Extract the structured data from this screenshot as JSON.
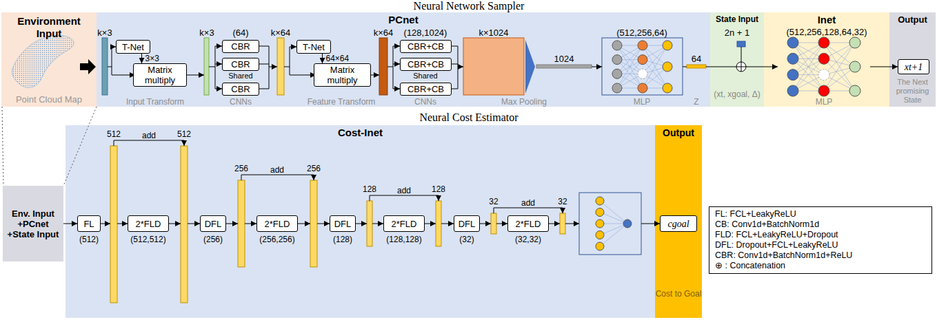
{
  "diagram": {
    "nodes": [
      {
        "text": [
          "Environment Input",
          "Point Cloud Map"
        ]
      },
      {
        "text": [
          "PCnet"
        ]
      },
      {
        "text": [
          "T-Net"
        ],
        "in": 1
      },
      {
        "text": [
          "Matrix multiply"
        ],
        "in": 1
      },
      {
        "text": [
          "CBR"
        ],
        "in": 1
      },
      {
        "text": [
          "CBR"
        ],
        "in": 1
      },
      {
        "text": [
          "CBR"
        ],
        "in": 1
      },
      {
        "text": [
          "T-Net"
        ],
        "in": 1
      },
      {
        "text": [
          "Matrix multiply"
        ],
        "in": 1
      },
      {
        "text": [
          "CBR+CB"
        ],
        "in": 1
      },
      {
        "text": [
          "CBR+CB"
        ],
        "in": 1
      },
      {
        "text": [
          "CBR+CB"
        ],
        "in": 1
      },
      {
        "text": [
          "State Input",
          "2n + 1",
          "(xt, xgoal, Δ)"
        ]
      },
      {
        "text": [
          "Inet",
          "(512,256,128,64,32)"
        ]
      },
      {
        "text": [
          "Output",
          "The Next promising State"
        ]
      },
      {
        "text": [
          "xt+1"
        ],
        "in": 14
      },
      {
        "text": [
          "Env. Input +PCnet +State Input"
        ]
      },
      {
        "text": [
          "Cost-Inet"
        ]
      },
      {
        "text": [
          "FL"
        ],
        "in": 17
      },
      {
        "text": [
          "2*FLD"
        ],
        "in": 17
      },
      {
        "text": [
          "DFL"
        ],
        "in": 17
      },
      {
        "text": [
          "2*FLD"
        ],
        "in": 17
      },
      {
        "text": [
          "DFL"
        ],
        "in": 17
      },
      {
        "text": [
          "2*FLD"
        ],
        "in": 17
      },
      {
        "text": [
          "DFL"
        ],
        "in": 17
      },
      {
        "text": [
          "2*FLD"
        ],
        "in": 17
      },
      {
        "text": [
          "Output",
          "Cost to Goal"
        ]
      },
      {
        "text": [
          "cgoal"
        ],
        "in": 26
      },
      {
        "text": [
          "FL: FCL+LeakyReLU",
          "CB: Conv1d+BatchNorm1d",
          "FLD: FCL+LeakyReLU+Dropout",
          "DFL: Dropout+FCL+LeakyReLU",
          "CBR: Conv1d+BatchNorm1d+ReLU",
          "⊕ : Concatenation"
        ]
      }
    ],
    "edges": [
      {
        "from": 2,
        "to": 3,
        "arrow": "to",
        "label": "3×3"
      },
      {
        "from": 7,
        "to": 8,
        "arrow": "to",
        "label": "64×64"
      },
      {
        "from": 16,
        "to": 18,
        "arrow": "to"
      }
    ],
    "labels": [
      "Neural Network Sampler",
      "Neural Cost Estimator",
      "k×3",
      "k×3",
      "(64)",
      "Shared",
      "k×64",
      "k×64",
      "(128,1024)",
      "Shared",
      "k×1024",
      "1024",
      "(512,256,64)",
      "64",
      "Input Transform",
      "CNNs",
      "Feature Transform",
      "CNNs",
      "Max Pooling",
      "MLP",
      "Z",
      "MLP",
      "512",
      "add",
      "512",
      "256",
      "add",
      "256",
      "128",
      "add",
      "128",
      "32",
      "add",
      "32",
      "(512)",
      "(512,512)",
      "(256)",
      "(256,256)",
      "(128)",
      "(128,128)",
      "(32)",
      "(32,32)"
    ]
  }
}
